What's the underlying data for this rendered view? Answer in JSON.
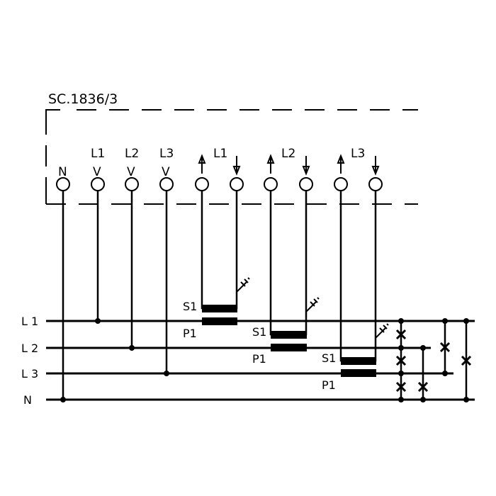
{
  "title": "SC.1836/3",
  "terminal_labels": {
    "n": "N",
    "v1": "L1",
    "v2": "L2",
    "v3": "L3",
    "v_sym": "V",
    "i1": "L1",
    "i2": "L2",
    "i3": "L3"
  },
  "ct_labels": {
    "s": "S1",
    "p": "P1"
  },
  "bus_labels": [
    "L 1",
    "L 2",
    "L 3",
    "N"
  ],
  "colors": {
    "line": "#000000",
    "background": "#ffffff"
  }
}
